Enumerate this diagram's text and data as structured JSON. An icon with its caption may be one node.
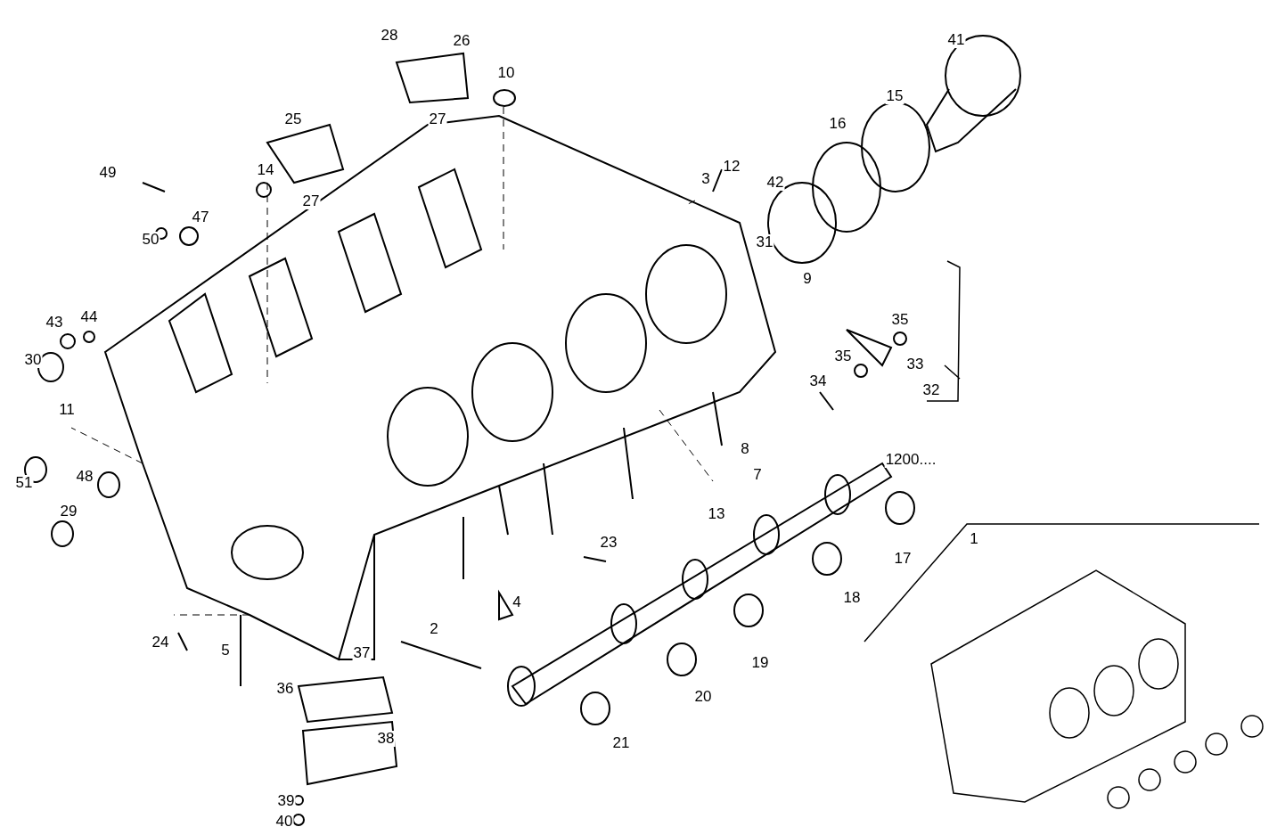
{
  "diagram": {
    "labels": [
      "28",
      "26",
      "41",
      "10",
      "15",
      "16",
      "25",
      "27",
      "3",
      "12",
      "42",
      "27",
      "49",
      "14",
      "47",
      "31",
      "9",
      "50",
      "43",
      "44",
      "35",
      "30",
      "35",
      "33",
      "32",
      "34",
      "11",
      "8",
      "7",
      "1200....",
      "51",
      "48",
      "29",
      "13",
      "17",
      "23",
      "1",
      "4",
      "18",
      "24",
      "2",
      "5",
      "37",
      "19",
      "36",
      "20",
      "38",
      "21",
      "39",
      "40"
    ]
  }
}
